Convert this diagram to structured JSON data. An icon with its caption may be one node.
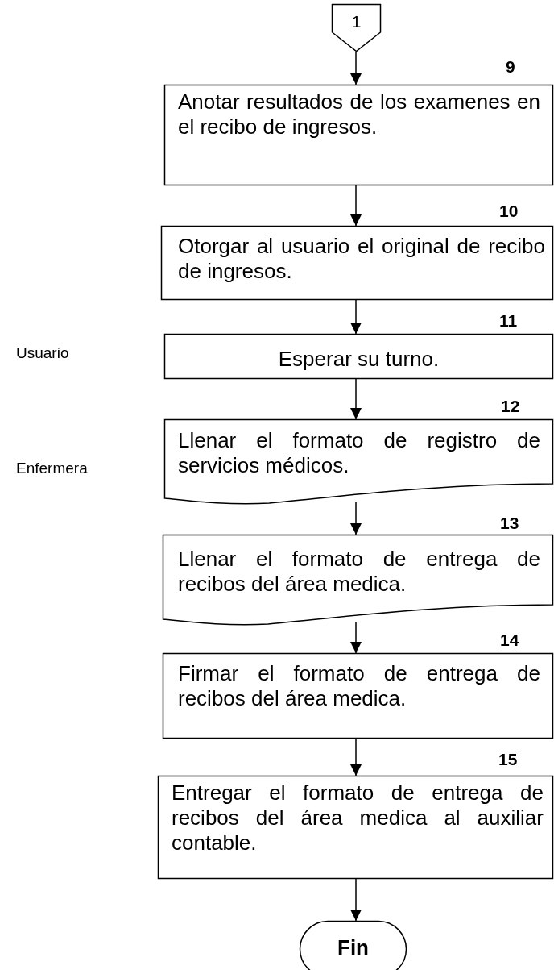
{
  "diagram": {
    "nodes": [
      {
        "text": [
          "1"
        ]
      },
      {
        "text": [
          "Anotar resultados de los examenes en el recibo de ingresos."
        ],
        "beside": [
          "9"
        ]
      },
      {
        "text": [
          "Otorgar al usuario el original de recibo de ingresos."
        ],
        "beside": [
          "10"
        ]
      },
      {
        "text": [
          "Esperar su turno."
        ],
        "beside": [
          "11"
        ]
      },
      {
        "text": [
          "Llenar el formato de registro de servicios médicos."
        ],
        "beside": [
          "12"
        ]
      },
      {
        "text": [
          "Llenar el formato de entrega de recibos del área medica."
        ],
        "beside": [
          "13"
        ]
      },
      {
        "text": [
          "Firmar el formato de entrega de recibos del área medica."
        ],
        "beside": [
          "14"
        ]
      },
      {
        "text": [
          "Entregar el formato de entrega de recibos del área medica al auxiliar contable."
        ],
        "beside": [
          "15"
        ]
      },
      {
        "text": [
          "Fin"
        ]
      }
    ],
    "edges": [
      {
        "from": 0,
        "to": 1,
        "arrow": "to"
      },
      {
        "from": 1,
        "to": 2,
        "arrow": "to"
      },
      {
        "from": 2,
        "to": 3,
        "arrow": "to"
      },
      {
        "from": 3,
        "to": 4,
        "arrow": "to"
      },
      {
        "from": 4,
        "to": 5,
        "arrow": "to"
      },
      {
        "from": 5,
        "to": 6,
        "arrow": "to"
      },
      {
        "from": 6,
        "to": 7,
        "arrow": "to"
      },
      {
        "from": 7,
        "to": 8,
        "arrow": "to"
      }
    ],
    "labels": [
      "Usuario",
      "Enfermera"
    ]
  }
}
